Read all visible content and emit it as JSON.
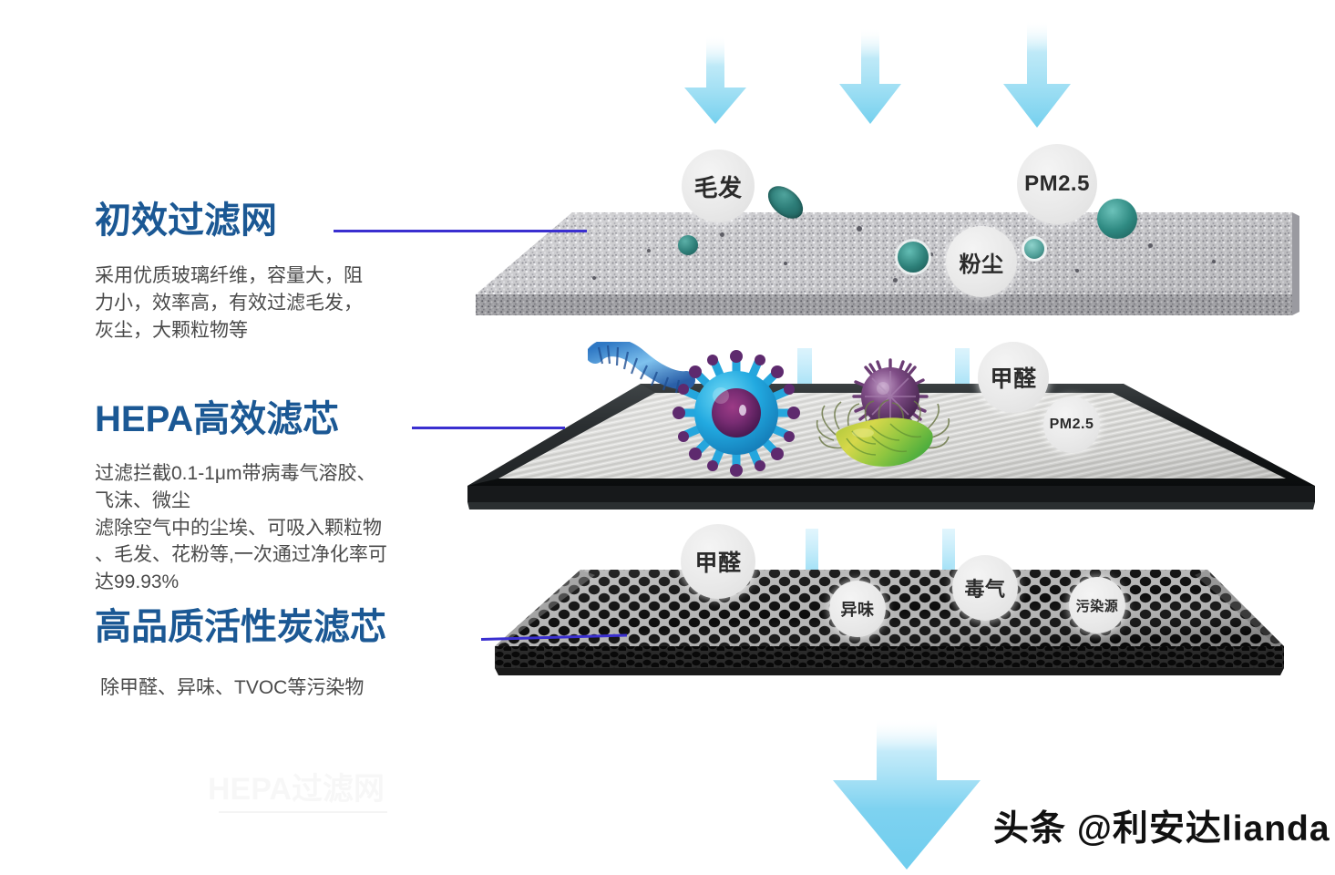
{
  "page": {
    "background_color": "#ffffff",
    "accent_title_color": "#1b5894",
    "leader_line_color": "#3a2fd0",
    "arrow_color": "#7fd2ef",
    "body_text_color": "#4a4a4a"
  },
  "sections": [
    {
      "id": "pre-filter",
      "title": "初效过滤网",
      "body": "采用优质玻璃纤维，容量大，阻\n力小，效率高，有效过滤毛发，\n灰尘，大颗粒物等"
    },
    {
      "id": "hepa",
      "title": "HEPA高效滤芯",
      "body": "过滤拦截0.1-1μm带病毒气溶胶、\n飞沫、微尘\n滤除空气中的尘埃、可吸入颗粒物\n、毛发、花粉等,一次通过净化率可\n达99.93%"
    },
    {
      "id": "carbon",
      "title": "高品质活性炭滤芯",
      "body": "除甲醛、异味、TVOC等污染物"
    }
  ],
  "layer1_labels": [
    {
      "text": "毛发"
    },
    {
      "text": "PM2.5"
    },
    {
      "text": "粉尘"
    }
  ],
  "layer2_labels": [
    {
      "text": "甲醛"
    },
    {
      "text": "PM2.5"
    }
  ],
  "layer3_labels": [
    {
      "text": "甲醛"
    },
    {
      "text": "异味"
    },
    {
      "text": "毒气"
    },
    {
      "text": "污染源"
    }
  ],
  "airflow": {
    "top_arrow_count": 3,
    "mid_arrow_count": 2,
    "low_arrow_count": 2,
    "outlet_arrow_count": 1,
    "direction": "downward"
  },
  "contaminants": {
    "layer1": [
      "hair-particle-icon",
      "dust-particle-icon",
      "pollen-particle-icon",
      "pm25-particle-icon"
    ],
    "layer2": [
      "coronavirus-icon",
      "spiral-bacteria-icon",
      "purple-virus-icon",
      "flagellate-bacteria-icon"
    ]
  },
  "watermark": {
    "text": "头条 @利安达lianda"
  },
  "ghost_watermark": {
    "text": "HEPA过滤网"
  }
}
